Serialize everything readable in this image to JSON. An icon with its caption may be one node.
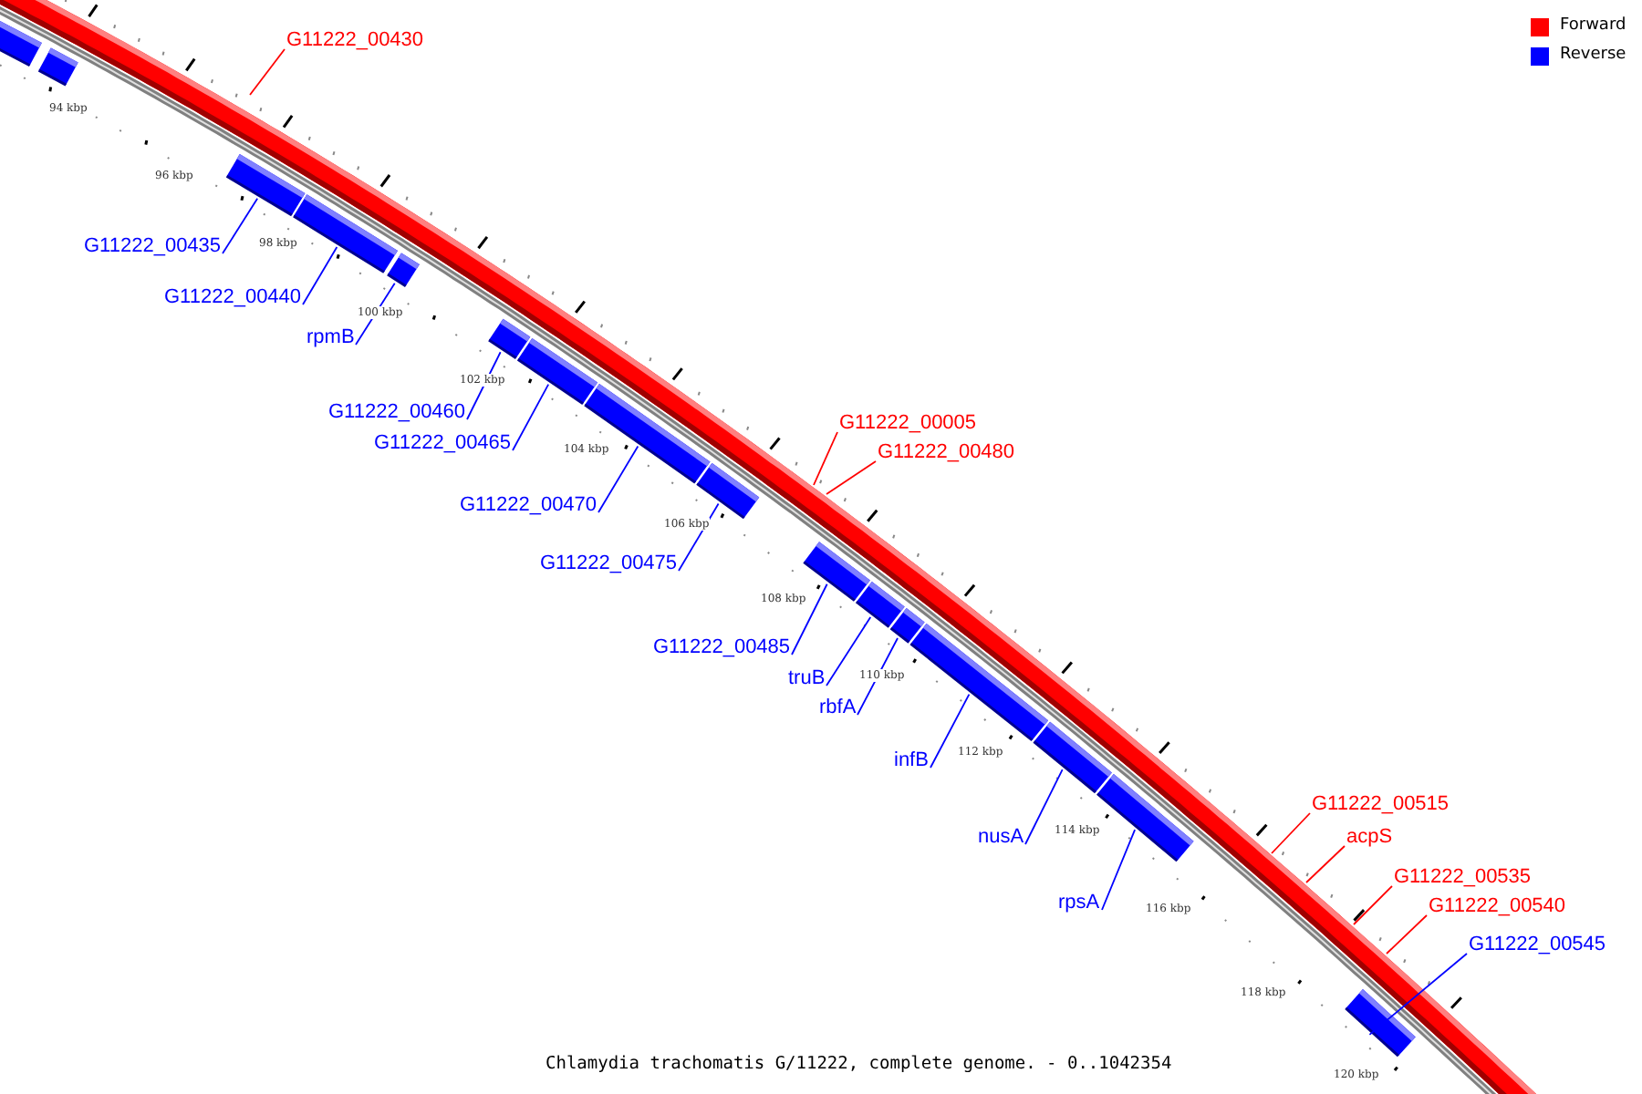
{
  "diagram": {
    "caption": "Chlamydia trachomatis G/11222, complete genome. - 0..1042354",
    "nodes": [
      {
        "text": [
          "G11222_00430"
        ]
      },
      {
        "text": [
          "G11222_00435"
        ]
      },
      {
        "text": [
          "G11222_00440"
        ]
      },
      {
        "text": [
          "rpmB"
        ]
      },
      {
        "text": [
          "G11222_00460"
        ]
      },
      {
        "text": [
          "G11222_00005"
        ]
      },
      {
        "text": [
          "G11222_00465"
        ]
      },
      {
        "text": [
          "G11222_00480"
        ]
      },
      {
        "text": [
          "G11222_00470"
        ]
      },
      {
        "text": [
          "G11222_00475"
        ]
      },
      {
        "text": [
          "G11222_00485"
        ]
      },
      {
        "text": [
          "truB"
        ]
      },
      {
        "text": [
          "rbfA"
        ]
      },
      {
        "text": [
          "infB"
        ]
      },
      {
        "text": [
          "G11222_00515"
        ]
      },
      {
        "text": [
          "nusA"
        ]
      },
      {
        "text": [
          "acpS"
        ]
      },
      {
        "text": [
          "G11222_00535"
        ]
      },
      {
        "text": [
          "rpsA"
        ]
      },
      {
        "text": [
          "G11222_00540"
        ]
      },
      {
        "text": [
          "G11222_00545"
        ]
      },
      {
        "text": [],
        "shape": "bar"
      },
      {
        "text": [],
        "shape": "bar"
      },
      {
        "text": [],
        "shape": "bar"
      },
      {
        "text": [],
        "shape": "bar"
      },
      {
        "text": [],
        "shape": "bar"
      },
      {
        "text": [],
        "shape": "bar"
      },
      {
        "text": [],
        "shape": "bar"
      },
      {
        "text": [],
        "shape": "bar"
      },
      {
        "text": [],
        "shape": "bar"
      },
      {
        "text": [],
        "shape": "bar"
      },
      {
        "text": [],
        "shape": "bar"
      },
      {
        "text": [],
        "shape": "bar"
      },
      {
        "text": [],
        "shape": "bar"
      },
      {
        "text": [],
        "shape": "bar"
      },
      {
        "text": [],
        "shape": "bar"
      },
      {
        "text": [],
        "shape": "bar"
      }
    ],
    "edges": [
      {
        "from": 0,
        "to": null,
        "arrow": "none",
        "color": "#ff0000"
      },
      {
        "from": 1,
        "to": 23,
        "arrow": "none"
      },
      {
        "from": 2,
        "to": 24,
        "arrow": "none"
      },
      {
        "from": 3,
        "to": 25,
        "arrow": "none"
      },
      {
        "from": 4,
        "to": 26,
        "arrow": "none"
      },
      {
        "from": 5,
        "to": null,
        "arrow": "none",
        "color": "#ff0000"
      },
      {
        "from": 6,
        "to": 27,
        "arrow": "none"
      },
      {
        "from": 7,
        "to": null,
        "arrow": "none",
        "color": "#ff0000"
      },
      {
        "from": 8,
        "to": 28,
        "arrow": "none"
      },
      {
        "from": 9,
        "to": 29,
        "arrow": "none"
      },
      {
        "from": 10,
        "to": 30,
        "arrow": "none"
      },
      {
        "from": 11,
        "to": 31,
        "arrow": "none"
      },
      {
        "from": 12,
        "to": 32,
        "arrow": "none"
      },
      {
        "from": 13,
        "to": 33,
        "arrow": "none"
      },
      {
        "from": 14,
        "to": null,
        "arrow": "none",
        "color": "#ff0000"
      },
      {
        "from": 15,
        "to": 34,
        "arrow": "none"
      },
      {
        "from": 16,
        "to": null,
        "arrow": "none",
        "color": "#ff0000"
      },
      {
        "from": 17,
        "to": null,
        "arrow": "none",
        "color": "#ff0000"
      },
      {
        "from": 18,
        "to": 35,
        "arrow": "none"
      },
      {
        "from": 19,
        "to": null,
        "arrow": "none",
        "color": "#ff0000"
      },
      {
        "from": 20,
        "to": 36,
        "arrow": "none"
      }
    ],
    "labels": [
      "94 kbp",
      "96 kbp",
      "98 kbp",
      "100 kbp",
      "102 kbp",
      "104 kbp",
      "106 kbp",
      "108 kbp",
      "110 kbp",
      "112 kbp",
      "114 kbp",
      "116 kbp",
      "118 kbp",
      "120 kbp"
    ],
    "legend": [
      {
        "text": "Forward",
        "color": "#ff0000"
      },
      {
        "text": "Reverse",
        "color": "#0000ff"
      }
    ]
  }
}
